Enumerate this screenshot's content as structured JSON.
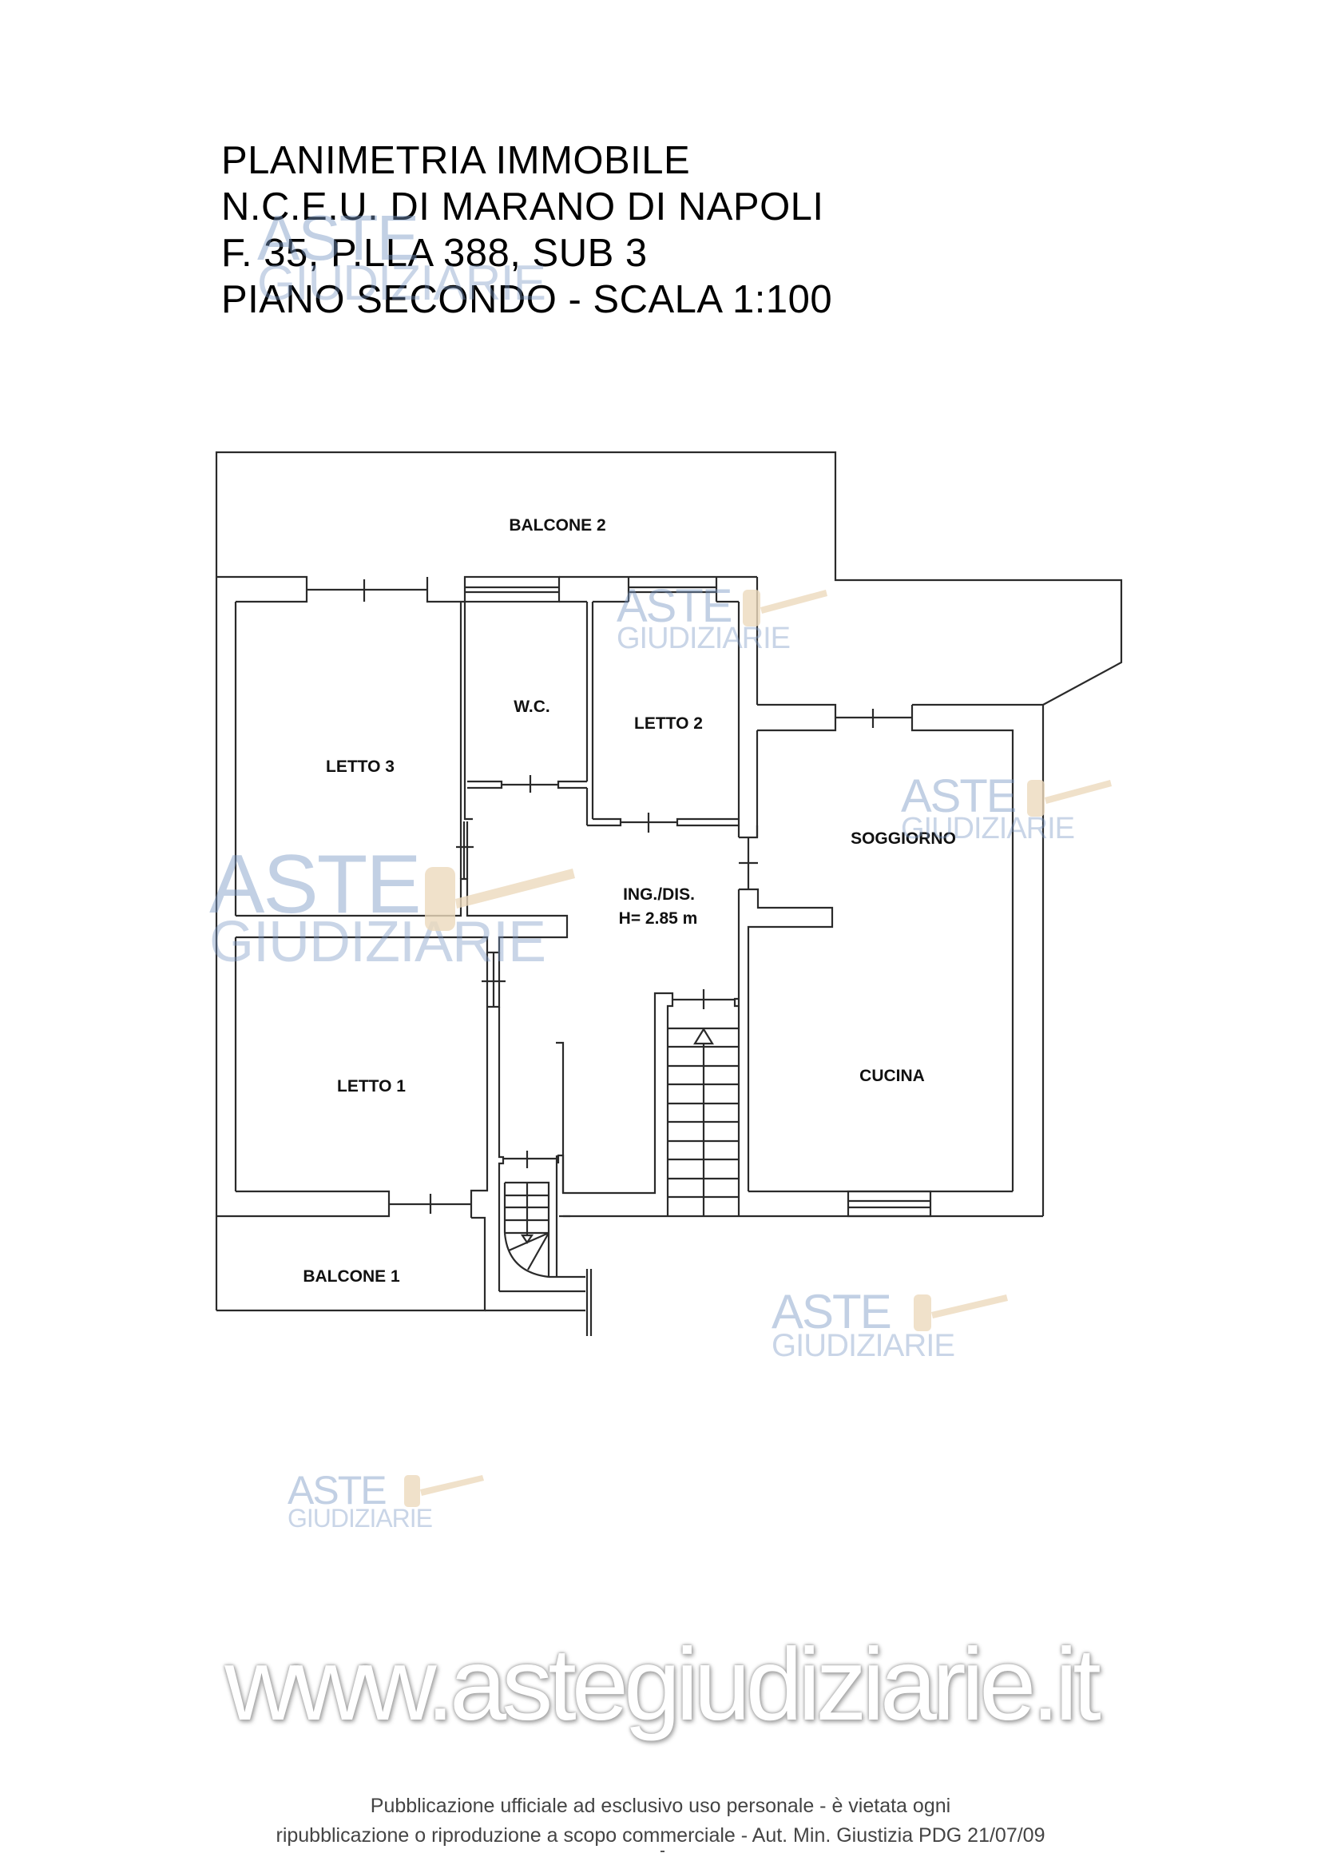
{
  "header": {
    "title_lines": [
      "PLANIMETRIA IMMOBILE",
      "N.C.E.U. DI MARANO DI NAPOLI",
      "F. 35, P.LLA 388, SUB 3",
      "PIANO SECONDO - SCALA 1:100"
    ]
  },
  "plan": {
    "rooms": {
      "balcone2": "BALCONE 2",
      "wc": "W.C.",
      "letto2": "LETTO 2",
      "letto3": "LETTO 3",
      "soggiorno": "SOGGIORNO",
      "ingresso": "ING./DIS.",
      "height": "H= 2.85 m",
      "letto1": "LETTO 1",
      "cucina": "CUCINA",
      "balcone1": "BALCONE 1"
    },
    "line_color": "#222222"
  },
  "watermark": {
    "aste": "ASTE",
    "giudiziarie": "GIUDIZIARIE",
    "color": "#7896c3",
    "gavel_color": "#e8d2b4"
  },
  "footer": {
    "site": "www.astegiudiziarie.it",
    "disclaimer_line1": "Pubblicazione ufficiale ad esclusivo uso personale - è vietata ogni",
    "disclaimer_line2": "ripubblicazione o riproduzione a scopo commerciale - Aut. Min. Giustizia PDG 21/07/09"
  }
}
